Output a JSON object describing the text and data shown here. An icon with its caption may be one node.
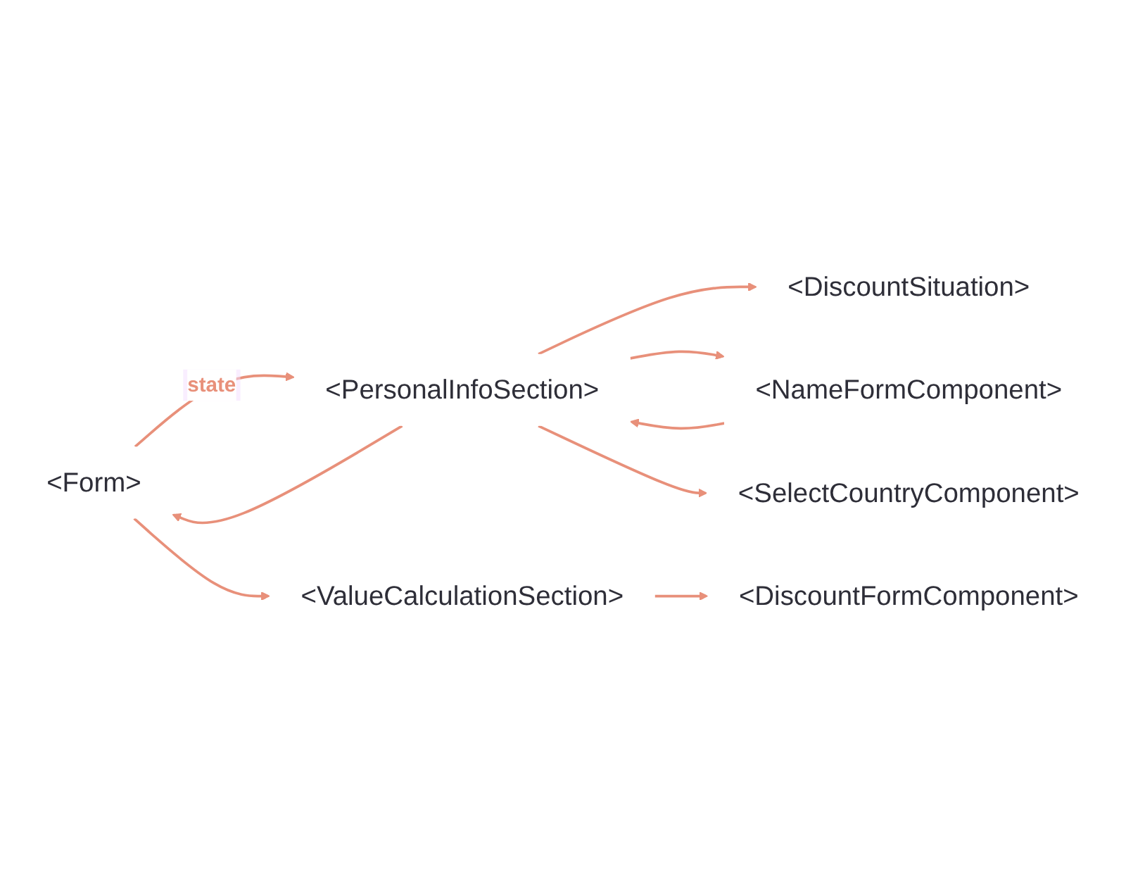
{
  "diagram": {
    "nodes": [
      {
        "text": [
          "<Form>"
        ]
      },
      {
        "text": [
          "<PersonalInfoSection>"
        ]
      },
      {
        "text": [
          "<DiscountSituation>"
        ]
      },
      {
        "text": [
          "<NameFormComponent>"
        ]
      },
      {
        "text": [
          "<SelectCountryComponent>"
        ]
      },
      {
        "text": [
          "<ValueCalculationSection>"
        ]
      },
      {
        "text": [
          "<DiscountFormComponent>"
        ]
      }
    ],
    "edges": [
      {
        "from": 0,
        "to": 1,
        "arrow": "to",
        "label": "state"
      },
      {
        "from": 1,
        "to": 2,
        "arrow": "to"
      },
      {
        "from": 1,
        "to": 3,
        "arrow": "to"
      },
      {
        "from": 1,
        "to": 4,
        "arrow": "to"
      },
      {
        "from": 0,
        "to": 5,
        "arrow": "to"
      },
      {
        "from": 5,
        "to": 6,
        "arrow": "to"
      },
      {
        "from": 3,
        "to": 1,
        "arrow": "to"
      },
      {
        "from": 1,
        "to": 0,
        "arrow": "to"
      }
    ]
  }
}
